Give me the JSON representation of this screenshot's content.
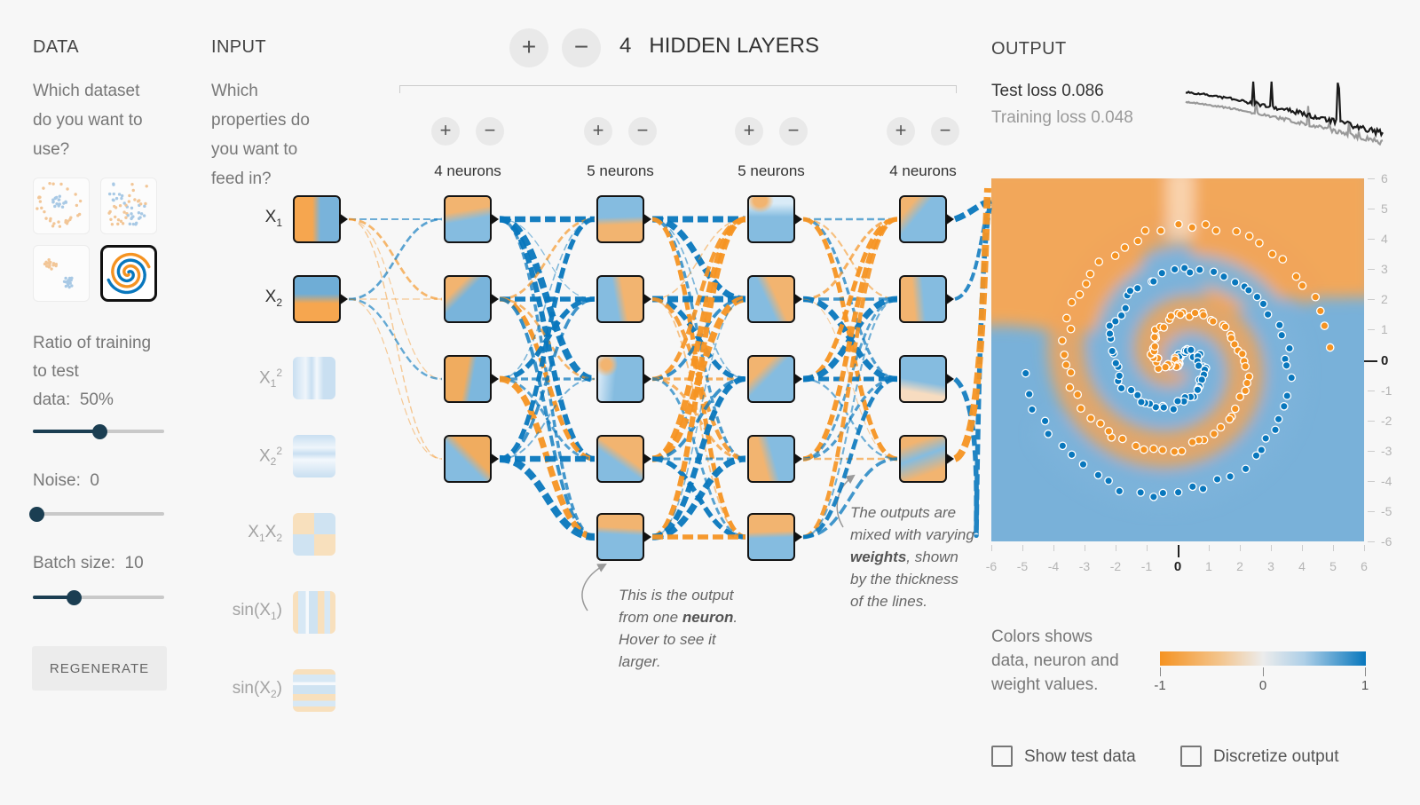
{
  "palette": {
    "orange": "#f59322",
    "blue": "#0877bd",
    "background": "#f7f7f7",
    "slider": "#1b3e52"
  },
  "data_panel": {
    "title": "DATA",
    "question_lines": [
      "Which dataset",
      "do you want to",
      "use?"
    ],
    "datasets": [
      {
        "name": "circle",
        "selected": false
      },
      {
        "name": "xor",
        "selected": false
      },
      {
        "name": "gauss",
        "selected": false
      },
      {
        "name": "spiral",
        "selected": true
      }
    ],
    "ratio_lines": [
      "Ratio of training",
      "to test"
    ],
    "ratio_label": "data:",
    "ratio_value": "50%",
    "noise_label": "Noise:",
    "noise_value": "0",
    "batch_label": "Batch size:",
    "batch_value": "10",
    "regenerate_label": "REGENERATE"
  },
  "input_panel": {
    "title": "INPUT",
    "question_lines": [
      "Which",
      "properties do",
      "you want to",
      "feed in?"
    ],
    "features": [
      {
        "pre": "X",
        "sub": "1",
        "active": true
      },
      {
        "pre": "X",
        "sub": "2",
        "active": true
      },
      {
        "pre": "X",
        "sub": "1",
        "sup": "2",
        "active": false
      },
      {
        "pre": "X",
        "sub": "2",
        "sup": "2",
        "active": false
      },
      {
        "pre": "X",
        "sub": "1",
        "mid": "X",
        "sub2": "2",
        "active": false
      },
      {
        "pre": "sin(X",
        "sub": "1",
        "post": ")",
        "active": false
      },
      {
        "pre": "sin(X",
        "sub": "2",
        "post": ")",
        "active": false
      }
    ]
  },
  "network": {
    "add_label": "+",
    "remove_label": "−",
    "count": "4",
    "header_label": "HIDDEN LAYERS",
    "layers": [
      {
        "label": "4 neurons",
        "count": 4
      },
      {
        "label": "5 neurons",
        "count": 5
      },
      {
        "label": "5 neurons",
        "count": 5
      },
      {
        "label": "4 neurons",
        "count": 4
      }
    ]
  },
  "annotations": {
    "neuron_note": {
      "l1": "This is the output",
      "l2a": "from one ",
      "l2b": "neuron",
      "l2c": ".",
      "l3": "Hover to see it",
      "l4": "larger."
    },
    "weight_note": {
      "l1": "The outputs are",
      "l2": "mixed with varying",
      "l3a": "weights",
      "l3b": ", shown",
      "l4": "by the thickness",
      "l5": "of the lines."
    }
  },
  "output_panel": {
    "title": "OUTPUT",
    "test_loss_label": "Test loss",
    "test_loss_value": "0.086",
    "training_loss_label": "Training loss",
    "training_loss_value": "0.048",
    "x_ticks": [
      "-6",
      "-5",
      "-4",
      "-3",
      "-2",
      "-1",
      "0",
      "1",
      "2",
      "3",
      "4",
      "5",
      "6"
    ],
    "y_ticks": [
      "6",
      "5",
      "4",
      "3",
      "2",
      "1",
      "0",
      "-1",
      "-2",
      "-3",
      "-4",
      "-5",
      "-6"
    ],
    "colors_note_lines": [
      "Colors shows",
      "data, neuron and",
      "weight values."
    ],
    "scale_ticks": [
      "-1",
      "0",
      "1"
    ],
    "show_test_label": "Show test data",
    "discretize_label": "Discretize output"
  }
}
